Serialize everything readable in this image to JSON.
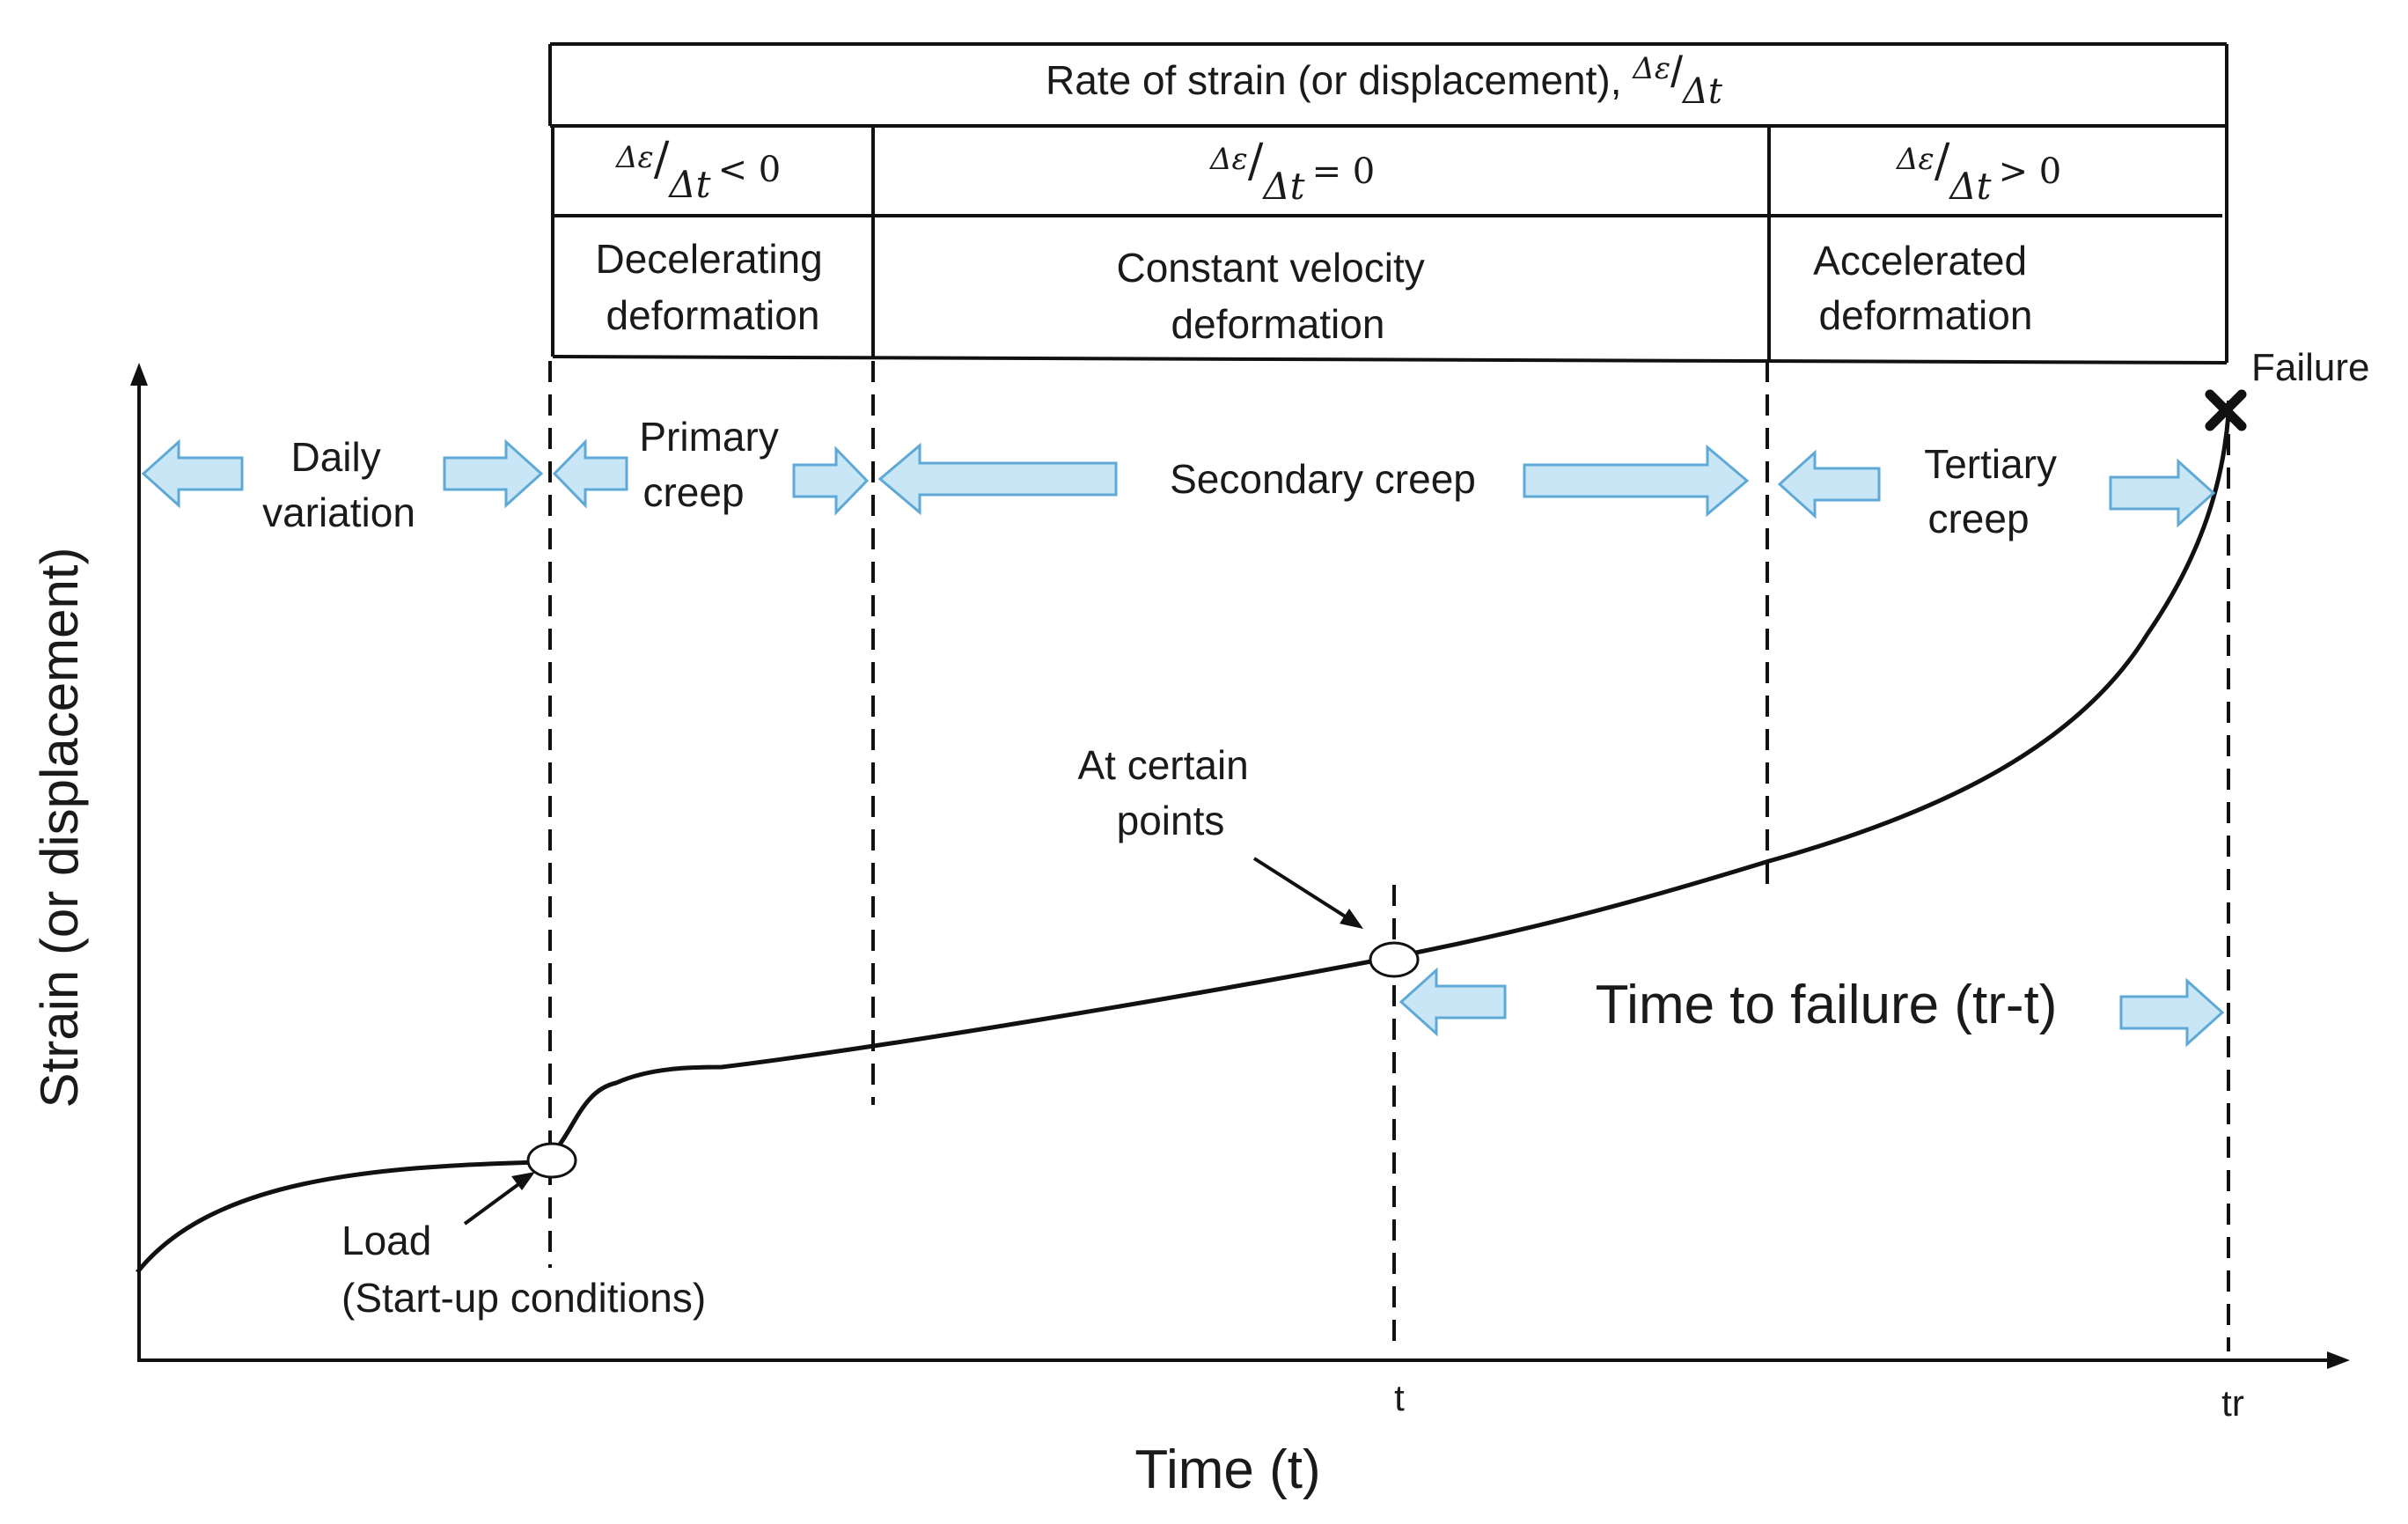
{
  "table": {
    "header": {
      "text": "Rate of strain (or displacement), ",
      "num": "Δε",
      "den": "Δt"
    },
    "rates": [
      {
        "num": "Δε",
        "den": "Δt",
        "rel": "< 0"
      },
      {
        "num": "Δε",
        "den": "Δt",
        "rel": "= 0"
      },
      {
        "num": "Δε",
        "den": "Δt",
        "rel": "> 0"
      }
    ],
    "deformations": [
      [
        "Decelerating",
        "deformation"
      ],
      [
        "Constant  velocity",
        "deformation"
      ],
      [
        "Accelerated",
        "deformation"
      ]
    ]
  },
  "phases": {
    "daily": [
      "Daily",
      "variation"
    ],
    "primary": [
      "Primary",
      "creep"
    ],
    "secondary": "Secondary  creep",
    "tertiary": [
      "Tertiary",
      "creep"
    ]
  },
  "annotations": {
    "failure": "Failure",
    "certain_points": [
      "At certain",
      "points"
    ],
    "load": [
      "Load",
      "(Start-up  conditions)"
    ],
    "time_to_failure": "Time to failure (tr-t)"
  },
  "axes": {
    "ylabel": "Strain (or displacement)",
    "xlabel": "Time (t)",
    "xticks": [
      "t",
      "tr"
    ]
  },
  "colors": {
    "arrow_fill": "#c9e6f7",
    "arrow_stroke": "#5fa9d6",
    "line": "#111111"
  }
}
